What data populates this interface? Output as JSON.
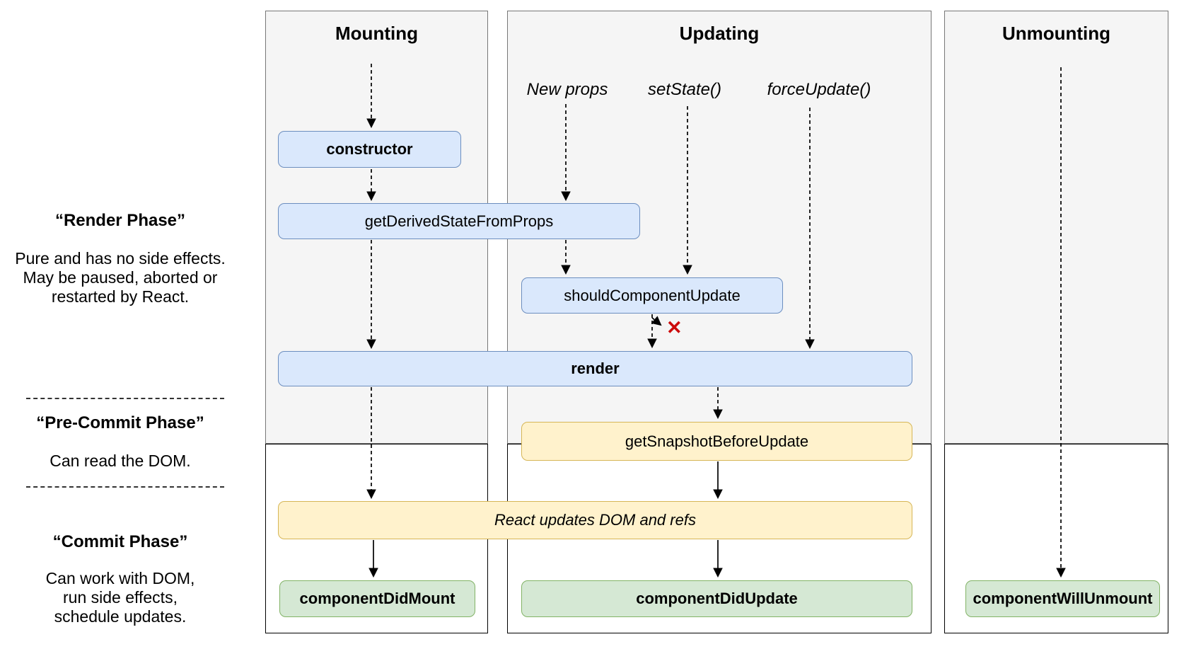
{
  "sidebar": {
    "render_phase": {
      "title": "“Render Phase”",
      "lines": [
        "Pure and has no side effects.",
        "May be paused, aborted or",
        "restarted by React."
      ]
    },
    "pre_commit_phase": {
      "title": "“Pre-Commit Phase”",
      "lines": [
        "Can read the DOM."
      ]
    },
    "commit_phase": {
      "title": "“Commit Phase”",
      "lines": [
        "Can work with DOM,",
        "run side effects,",
        "schedule updates."
      ]
    }
  },
  "columns": {
    "mounting": {
      "title": "Mounting"
    },
    "updating": {
      "title": "Updating",
      "triggers": {
        "new_props": "New props",
        "set_state": "setState()",
        "force_update": "forceUpdate()"
      }
    },
    "unmounting": {
      "title": "Unmounting"
    }
  },
  "nodes": {
    "constructor": "constructor",
    "get_derived_state_from_props": "getDerivedStateFromProps",
    "should_component_update": "shouldComponentUpdate",
    "render": "render",
    "get_snapshot_before_update": "getSnapshotBeforeUpdate",
    "react_updates_dom": "React updates DOM and refs",
    "component_did_mount": "componentDidMount",
    "component_did_update": "componentDidUpdate",
    "component_will_unmount": "componentWillUnmount"
  },
  "icons": {
    "no_update_x": "✕"
  },
  "colors": {
    "node_blue": "#dae8fc",
    "node_blue_border": "#6c8ebf",
    "node_yellow": "#fff2cc",
    "node_yellow_border": "#d6b656",
    "node_green": "#d5e8d4",
    "node_green_border": "#82b366",
    "column_grey": "#f5f5f5",
    "x_red": "#cc0b0b"
  }
}
